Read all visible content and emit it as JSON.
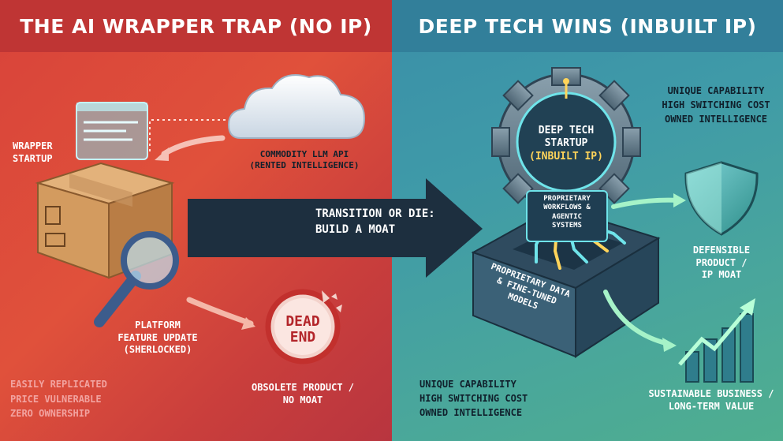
{
  "left": {
    "banner_title": "THE AI WRAPPER TRAP (NO IP)",
    "wrapper_label": [
      "WRAPPER",
      "STARTUP"
    ],
    "llm_label": [
      "COMMODITY LLM API",
      "(RENTED INTELLIGENCE)"
    ],
    "platform_label": [
      "PLATFORM",
      "FEATURE UPDATE",
      "(SHERLOCKED)"
    ],
    "dead_end": [
      "DEAD",
      "END"
    ],
    "obsolete_label": [
      "OBSOLETE PRODUCT /",
      "NO MOAT"
    ],
    "traits": [
      "EASILY REPLICATED",
      "PRICE VULNERABLE",
      "ZERO OWNERSHIP"
    ]
  },
  "center": {
    "transition": [
      "TRANSITION OR DIE:",
      "BUILD A MOAT"
    ]
  },
  "right": {
    "banner_title": "DEEP TECH WINS (INBUILT IP)",
    "gear_label": [
      "DEEP TECH",
      "STARTUP",
      "(INBUILT IP)"
    ],
    "workflow_label": [
      "PROPRIETARY",
      "WORKFLOWS &",
      "AGENTIC",
      "SYSTEMS"
    ],
    "platform_side": [
      "PROPRIETARY DATA",
      "& FINE-TUNED",
      "MODELS"
    ],
    "top_traits": [
      "UNIQUE CAPABILITY",
      "HIGH SWITCHING COST",
      "OWNED INTELLIGENCE"
    ],
    "defensible_label": [
      "DEFENSIBLE",
      "PRODUCT /",
      "IP MOAT"
    ],
    "bottom_traits": [
      "UNIQUE CAPABILITY",
      "HIGH SWITCHING COST",
      "OWNED INTELLIGENCE"
    ],
    "sustainable_label": [
      "SUSTAINABLE BUSINESS /",
      "LONG-TERM VALUE"
    ]
  }
}
